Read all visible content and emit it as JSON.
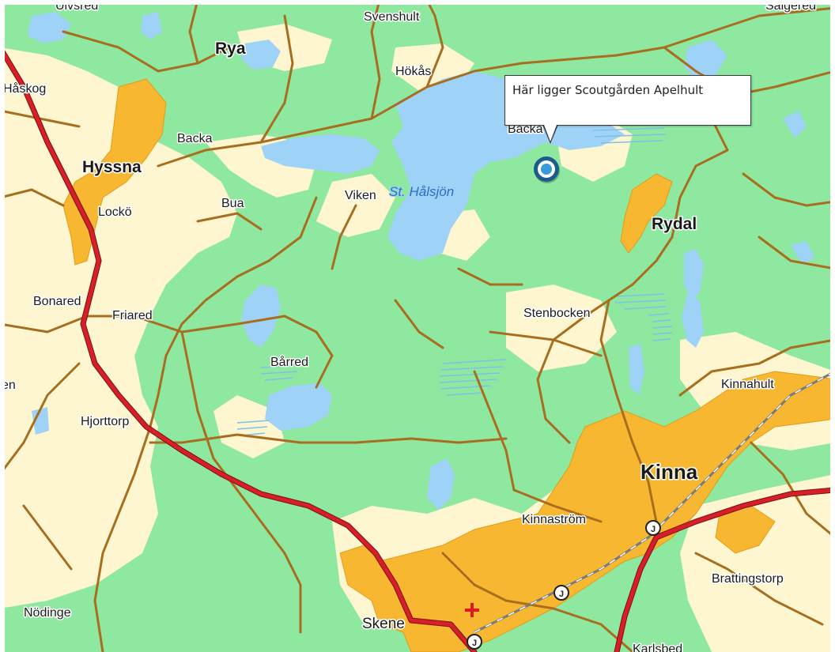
{
  "popup": {
    "text": "Här ligger Scoutgården Apelhult"
  },
  "marker": {
    "icon": "location-pin-icon",
    "color": "#1b5c8f"
  },
  "colors": {
    "forest": "#8ee8a0",
    "open_land": "#fdf6d0",
    "urban": "#f7b731",
    "water": "#9fd2f7",
    "road_major": "#d61f26",
    "road_minor": "#a86e1f"
  },
  "places": {
    "ulvsred": "Ulvsred",
    "svenshult": "Svenshult",
    "saigered": "Saigered",
    "rya": "Rya",
    "hokas": "Hökås",
    "haskog": "Håskog",
    "backa": "Backa",
    "backa_label": "Backa",
    "hyssna": "Hyssna",
    "bua": "Bua",
    "viken": "Viken",
    "st_halsjon": "St. Hålsjön",
    "locko": "Lockö",
    "rydal": "Rydal",
    "bonared": "Bonared",
    "friared": "Friared",
    "stenbocken": "Stenbocken",
    "barred": "Bårred",
    "en": "en",
    "kinnahult": "Kinnahult",
    "hjorttorp": "Hjorttorp",
    "kinna": "Kinna",
    "kinnastrom": "Kinnaström",
    "brattingstorp": "Brattingstorp",
    "nodinge": "Nödinge",
    "skene": "Skene",
    "karlsbed": "Karlsbed"
  },
  "symbols": {
    "j_marker": "J",
    "hospital": "+"
  }
}
